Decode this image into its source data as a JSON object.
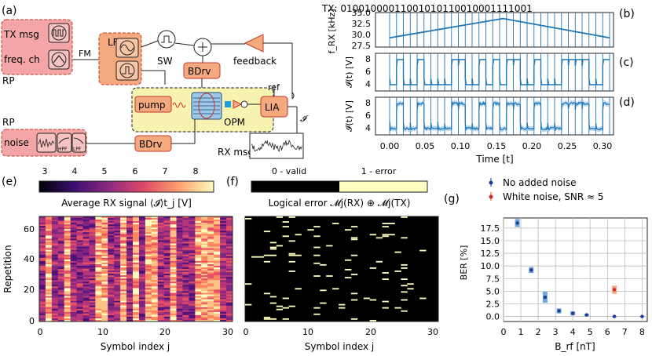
{
  "panels": {
    "a": "(a)",
    "b": "(b)",
    "c": "(c)",
    "d": "(d)",
    "e": "(e)",
    "f": "(f)",
    "g": "(g)"
  },
  "diagram": {
    "tx_msg": "TX msg",
    "freq_ch": "freq. ch",
    "rp_top": "RP",
    "fm": "FM",
    "lf": "LF",
    "sw": "SW",
    "feedback": "feedback",
    "bdrv_top": "BDrv",
    "ref": "ref",
    "pump": "pump",
    "opm": "OPM",
    "lia": "LIA",
    "rp_bottom": "RP",
    "noise": "noise",
    "hpf": "HPF",
    "lpf": "LPF",
    "bdrv_bottom": "BDrv",
    "rx_msg": "RX msg",
    "i_symbol": "𝓘"
  },
  "colors": {
    "accent": "#1f77b4",
    "pink_box": "#f4a6a6",
    "pink_border": "#c0392b",
    "orange_box": "#f5a97f",
    "yellow_box": "#f8f3b0",
    "red_point": "#d62728",
    "orange_bar": "#f4a582",
    "blue_bar": "#6fa8dc"
  },
  "time_series": {
    "tx_label": "TX: 01001000011001010110010001111001",
    "bits": "01001000011001010110010001111001",
    "b_ylabel": "f_RX [kHz]",
    "b_yticks": [
      "35.0",
      "32.5",
      "30.0",
      "27.5"
    ],
    "c_ylabel": "𝓘(t) [V]",
    "c_yticks": [
      "8",
      "6",
      "4"
    ],
    "d_ylabel": "𝓘(t) [V]",
    "d_yticks": [
      "8",
      "6",
      "4"
    ],
    "xlabel": "Time [t]",
    "xticks": [
      "0.00",
      "0.05",
      "0.10",
      "0.15",
      "0.20",
      "0.25",
      "0.30"
    ]
  },
  "heatmap_e": {
    "colorbar_ticks": [
      "3",
      "4",
      "5",
      "6",
      "7",
      "8"
    ],
    "colorbar_label": "Average RX signal ⟨𝓘⟩t_j [V]",
    "ylabel": "Repetition",
    "yticks": [
      "60",
      "40",
      "20",
      "0"
    ],
    "xlabel": "Symbol index j",
    "xticks": [
      "0",
      "10",
      "20",
      "30"
    ]
  },
  "heatmap_f": {
    "legend_valid": "0 - valid",
    "legend_error": "1 - error",
    "colorbar_label": "Logical error 𝓜j(RX) ⊕ 𝓜j(TX)",
    "xlabel": "Symbol index j",
    "xticks": [
      "0",
      "10",
      "20",
      "30"
    ]
  },
  "ber": {
    "legend_no_noise": "No added noise",
    "legend_white": "White noise, SNR ≈ 5",
    "ylabel": "BER [%]",
    "yticks": [
      "17.5",
      "15.0",
      "12.5",
      "10.0",
      "7.5",
      "5.0",
      "2.5",
      "0.0"
    ],
    "xlabel": "B_rf [nT]",
    "xticks": [
      "0",
      "1",
      "2",
      "3",
      "4",
      "5",
      "6",
      "7",
      "8"
    ]
  },
  "chart_data": [
    {
      "type": "line",
      "panel": "b",
      "title": "TX: 01001000011001010110010001111001",
      "xlabel": "Time [t]",
      "ylabel": "f_RX [kHz]",
      "xlim": [
        -0.015,
        0.32
      ],
      "ylim": [
        27.5,
        35.0
      ],
      "x": [
        0.0,
        0.16,
        0.31
      ],
      "series": [
        {
          "values": [
            29.5,
            33.7,
            29.5
          ]
        }
      ]
    },
    {
      "type": "scatter",
      "panel": "g",
      "xlabel": "B_rf [nT]",
      "ylabel": "BER [%]",
      "xlim": [
        0,
        8.3
      ],
      "ylim": [
        -1,
        19.5
      ],
      "grid": true,
      "legend": "top",
      "series": [
        {
          "name": "No added noise",
          "x": [
            0.8,
            1.6,
            2.4,
            3.2,
            4.0,
            4.8,
            6.4,
            8.0
          ],
          "values": [
            18.5,
            9.2,
            3.8,
            1.1,
            0.6,
            0.3,
            0.0,
            0.0
          ],
          "err": [
            0.8,
            0.6,
            1.1,
            0.5,
            0.4,
            0.2,
            0.1,
            0.1
          ]
        },
        {
          "name": "White noise, SNR ≈ 5",
          "x": [
            6.4
          ],
          "values": [
            5.3
          ],
          "err": [
            0.8
          ]
        }
      ]
    }
  ]
}
